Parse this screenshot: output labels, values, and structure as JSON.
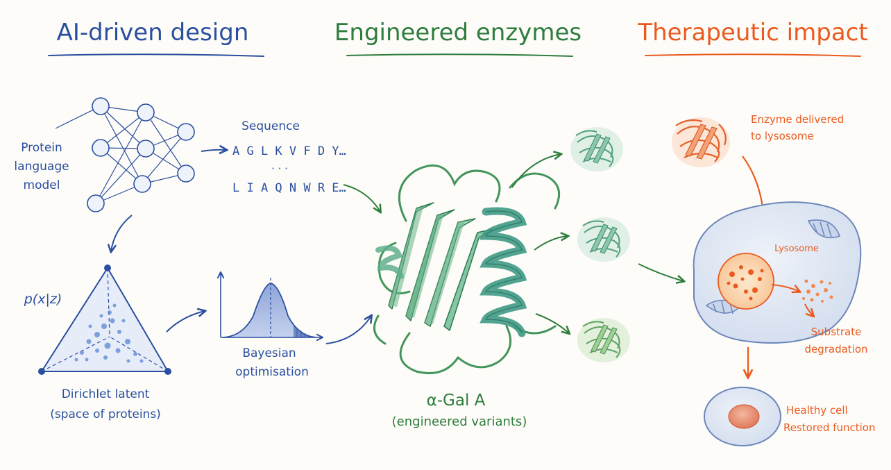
{
  "colors": {
    "blue": "#2a4fa0",
    "green": "#2e7d3e",
    "teal": "#3f9a85",
    "orange": "#ea5a1f",
    "cell": "#dde6f3",
    "paper": "#fdfcf8"
  },
  "sections": {
    "ai": {
      "title": "AI-driven design"
    },
    "enzymes": {
      "title": "Engineered enzymes"
    },
    "therapy": {
      "title": "Therapeutic impact"
    }
  },
  "ai": {
    "network_label": [
      "Protein",
      "language",
      "model"
    ],
    "sequence_title": "Sequence",
    "sequence_line1": "A G L K V F D Y…",
    "sequence_ellipsis": "· · ·",
    "sequence_line2": "L I A Q N W R E…",
    "prior_label": "p(x|z)",
    "simplex_label": [
      "Dirichlet latent",
      "(space of proteins)"
    ],
    "bo_label": [
      "Bayesian",
      "optimisation"
    ]
  },
  "enzymes": {
    "name": "α-Gal A",
    "subtitle": "(engineered variants)",
    "icons": [
      "protein-structure-icon",
      "protein-variant-icon"
    ]
  },
  "therapy": {
    "delivery_label": [
      "Enzyme delivered",
      "to lysosome"
    ],
    "lysosome_label": "Lysosome",
    "degradation_label": [
      "Substrate",
      "degradation"
    ],
    "outcome_label": [
      "Healthy cell",
      "Restored function"
    ],
    "icons": [
      "cell-icon",
      "lysosome-icon",
      "healthy-cell-icon"
    ]
  }
}
